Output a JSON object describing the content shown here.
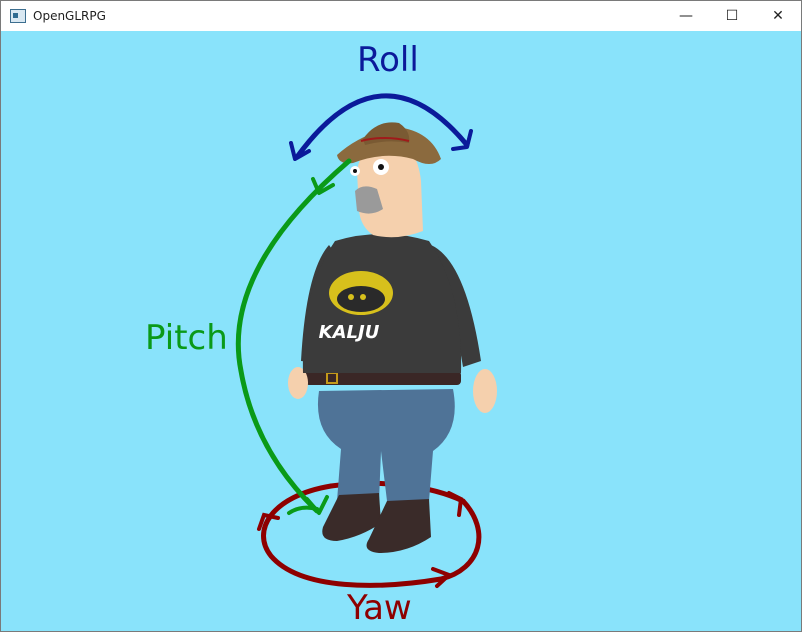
{
  "window": {
    "title": "OpenGLRPG",
    "controls": {
      "minimize": "—",
      "maximize": "☐",
      "close": "✕"
    }
  },
  "scene": {
    "background_color": "#89e3fb",
    "labels": {
      "roll": "Roll",
      "pitch": "Pitch",
      "yaw": "Yaw"
    },
    "colors": {
      "roll": "#0b1a9a",
      "pitch": "#0a9a18",
      "yaw": "#8e0000"
    },
    "shirt_logo": "KALJU"
  }
}
